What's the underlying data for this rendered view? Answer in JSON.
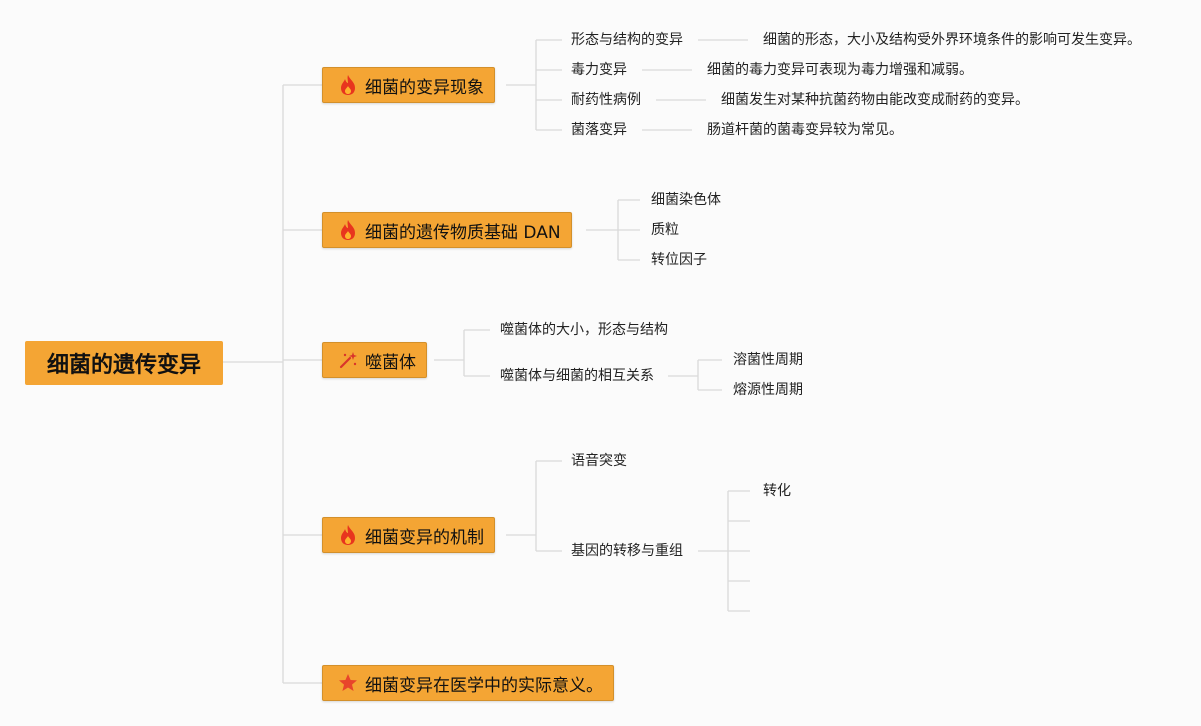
{
  "root": {
    "label": "细菌的遗传变异"
  },
  "branches": [
    {
      "label": "细菌的变异现象",
      "icon": "fire-icon",
      "children": [
        {
          "label": "形态与结构的变异",
          "detail": "细菌的形态，大小及结构受外界环境条件的影响可发生变异。"
        },
        {
          "label": "毒力变异",
          "detail": "细菌的毒力变异可表现为毒力增强和减弱。"
        },
        {
          "label": "耐药性病例",
          "detail": "细菌发生对某种抗菌药物由能改变成耐药的变异。"
        },
        {
          "label": "菌落变异",
          "detail": "肠道杆菌的菌毒变异较为常见。"
        }
      ]
    },
    {
      "label": "细菌的遗传物质基础 DAN",
      "icon": "fire-icon",
      "children": [
        {
          "label": "细菌染色体"
        },
        {
          "label": "质粒"
        },
        {
          "label": "转位因子"
        }
      ]
    },
    {
      "label": "噬菌体",
      "icon": "sparkle-wand-icon",
      "children": [
        {
          "label": "噬菌体的大小，形态与结构"
        },
        {
          "label": "噬菌体与细菌的相互关系",
          "children": [
            "溶菌性周期",
            "熔源性周期"
          ]
        }
      ]
    },
    {
      "label": "细菌变异的机制",
      "icon": "fire-icon",
      "children": [
        {
          "label": "语音突变"
        },
        {
          "label": "基因的转移与重组",
          "children": [
            "转化",
            "",
            "",
            "",
            ""
          ]
        }
      ]
    },
    {
      "label": "细菌变异在医学中的实际意义。",
      "icon": "star-icon",
      "children": []
    }
  ]
}
